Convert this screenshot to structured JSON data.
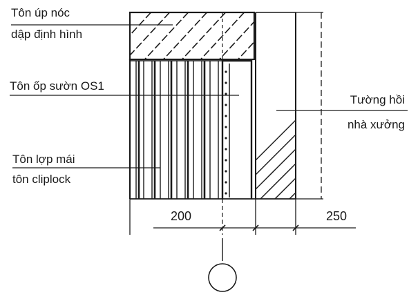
{
  "labels": {
    "ridge_cap_line1": "Tôn úp nóc",
    "ridge_cap_line2": "dập định hình",
    "side_flashing": "Tôn ốp sườn OS1",
    "gable_wall_line1": "Tường hồi",
    "gable_wall_line2": "nhà xưởng",
    "roof_sheet_line1": "Tôn lợp mái",
    "roof_sheet_line2": "tôn cliplock"
  },
  "dimensions": {
    "left": "200",
    "right": "250"
  },
  "colors": {
    "ink": "#1a1a1a",
    "paper": "#ffffff"
  }
}
